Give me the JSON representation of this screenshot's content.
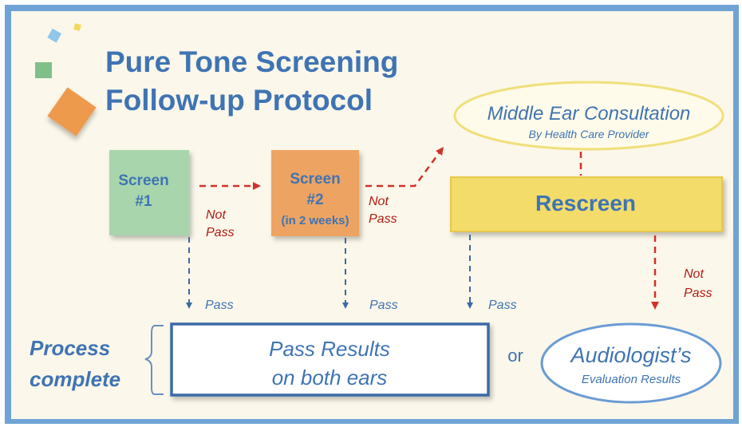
{
  "title": {
    "line1": "Pure Tone Screening",
    "line2": "Follow-up Protocol"
  },
  "nodes": {
    "screen1": {
      "line1": "Screen",
      "line2": "#1"
    },
    "screen2": {
      "line1": "Screen",
      "line2": "#2",
      "line3": "(in 2 weeks)"
    },
    "middle_ear": {
      "title": "Middle Ear Consultation",
      "subtitle": "By Health Care Provider"
    },
    "rescreen": {
      "label": "Rescreen"
    },
    "pass_results": {
      "line1": "Pass Results",
      "line2": "on both ears"
    },
    "audiologist": {
      "title": "Audiologist’s",
      "subtitle": "Evaluation Results"
    }
  },
  "edge_labels": {
    "not_pass_1": {
      "line1": "Not",
      "line2": "Pass"
    },
    "not_pass_2": {
      "line1": "Not",
      "line2": "Pass"
    },
    "not_pass_3": {
      "line1": "Not",
      "line2": "Pass"
    },
    "pass_1": "Pass",
    "pass_2": "Pass",
    "pass_3": "Pass"
  },
  "process_complete": {
    "line1": "Process",
    "line2": "complete"
  },
  "or_label": "or",
  "colors": {
    "frame": "#6fa3d6",
    "background": "#fbf7ea",
    "title": "#3f74b3",
    "screen1": "#a8d5ac",
    "screen2": "#eda462",
    "rescreen": "#f4dc6b",
    "rescreen_border": "#e6c84b",
    "middle_ear_border": "#f0df7a",
    "pass_text": "#3f74b3",
    "not_pass_text": "#b21b13",
    "dashed_blue": "#3b6aa5",
    "dashed_red": "#d0322a",
    "box_border": "#3a6aa6"
  }
}
